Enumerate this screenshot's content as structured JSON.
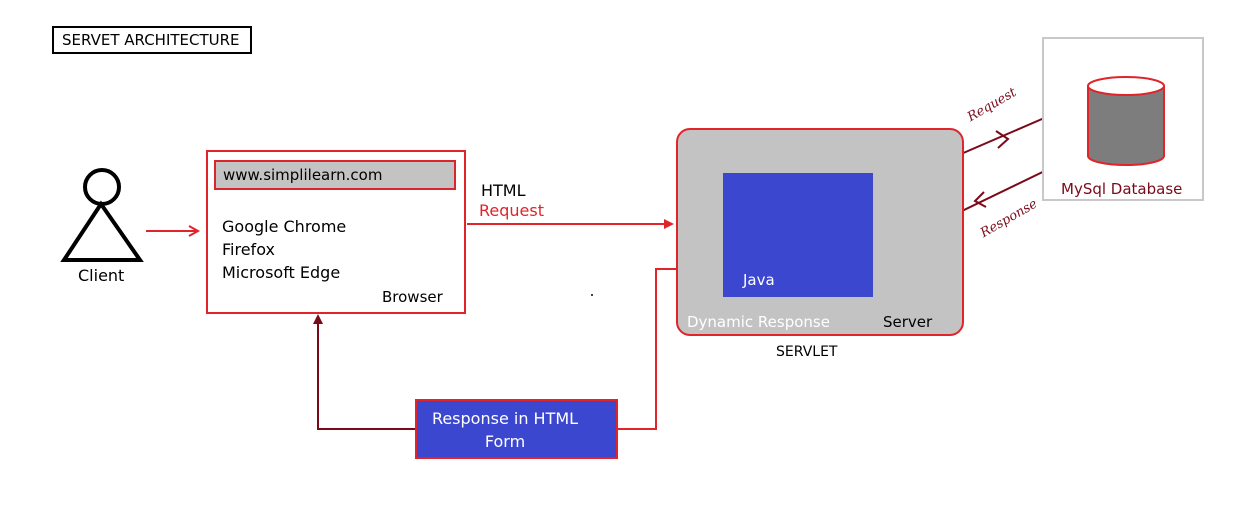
{
  "title": "SERVET ARCHITECTURE",
  "client": {
    "label": "Client"
  },
  "browser": {
    "url": "www.simplilearn.com",
    "items": [
      "Google Chrome",
      "Firefox",
      "Microsoft Edge"
    ],
    "label": "Browser"
  },
  "request": {
    "line1": "HTML",
    "line2": "Request"
  },
  "server": {
    "java_label": "Java",
    "dynamic_label": "Dynamic Response",
    "server_label": "Server",
    "caption": "SERVLET"
  },
  "database": {
    "label": "MySql Database"
  },
  "db_links": {
    "request": "Request",
    "response": "Response"
  },
  "response_box": {
    "text": "Response in HTML Form"
  },
  "colors": {
    "red": "#e0242a",
    "maroon": "#7a0a1a",
    "blue": "#3c47d0",
    "gray": "#c3c3c3"
  }
}
